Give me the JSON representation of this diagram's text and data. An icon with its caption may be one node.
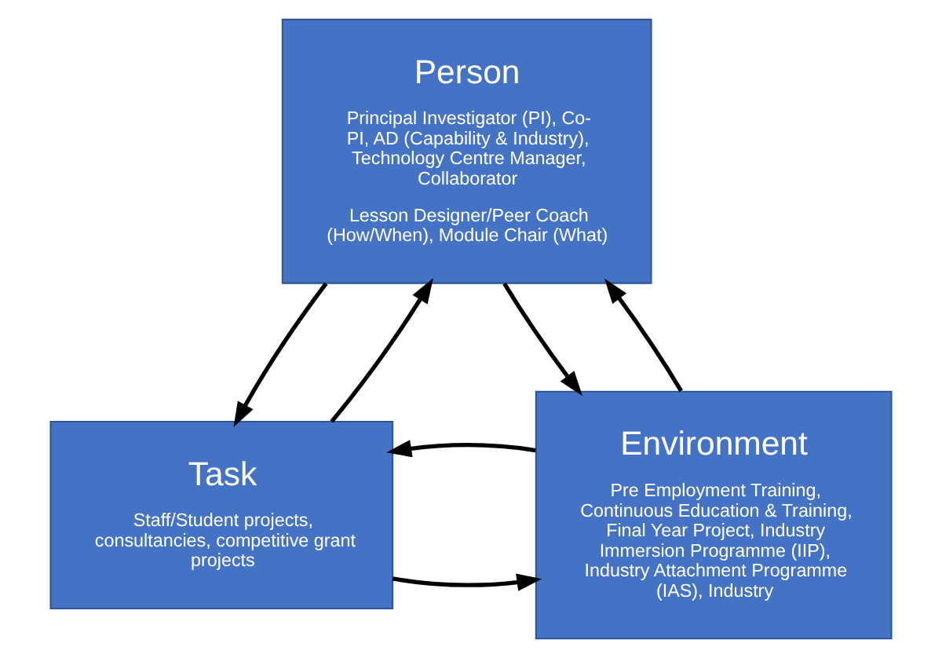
{
  "diagram": {
    "nodes": [
      {
        "text": [
          "Person",
          "Principal Investigator (PI), Co-PI, AD (Capability & Industry), Technology Centre Manager, Collaborator",
          "Lesson Designer/Peer Coach (How/When), Module Chair (What)"
        ]
      },
      {
        "text": [
          "Task",
          "Staff/Student projects, consultancies, competitive grant projects"
        ]
      },
      {
        "text": [
          "Environment",
          "Pre Employment Training, Continuous Education & Training, Final Year Project, Industry Immersion Programme (IIP), Industry Attachment Programme (IAS), Industry"
        ]
      }
    ],
    "edges": [
      {
        "from": 1,
        "to": 0,
        "arrow": "to"
      },
      {
        "from": 0,
        "to": 1,
        "arrow": "to"
      },
      {
        "from": 0,
        "to": 2,
        "arrow": "to"
      },
      {
        "from": 2,
        "to": 0,
        "arrow": "to"
      },
      {
        "from": 1,
        "to": 2,
        "arrow": "to"
      },
      {
        "from": 2,
        "to": 1,
        "arrow": "to"
      }
    ]
  }
}
